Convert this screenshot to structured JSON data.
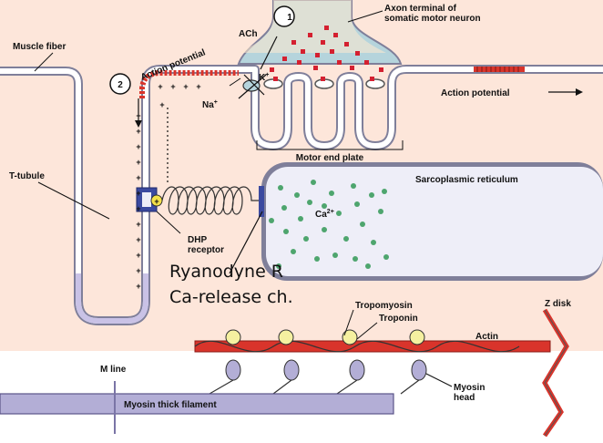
{
  "labels": {
    "step1": "1",
    "step2": "2",
    "axon_terminal_line1": "Axon terminal of",
    "axon_terminal_line2": "somatic motor neuron",
    "ach": "ACh",
    "muscle_fiber": "Muscle fiber",
    "action_potential_left": "Action potential",
    "action_potential_right": "Action potential",
    "k_ion": "K",
    "k_sup": "+",
    "na_ion": "Na",
    "na_sup": "+",
    "motor_end_plate": "Motor end plate",
    "t_tubule": "T-tubule",
    "sarcoplasmic_reticulum": "Sarcoplasmic reticulum",
    "ca_ion": "Ca",
    "ca_sup": "2+",
    "dhp_line1": "DHP",
    "dhp_line2": "receptor",
    "dhp_symbol": "+",
    "ryanodyne_line1": "Ryanodyne R",
    "ryanodyne_line2": "Ca-release ch.",
    "tropomyosin": "Tropomyosin",
    "troponin": "Troponin",
    "actin": "Actin",
    "z_disk": "Z disk",
    "m_line": "M line",
    "myosin_thick_filament": "Myosin thick filament",
    "myosin_line1": "Myosin",
    "myosin_line2": "head",
    "plus": "+"
  },
  "colors": {
    "cytoplasm": "#fde6da",
    "membrane": "#7f7f9a",
    "sr_fill": "#eeeef8",
    "terminal": "#b5d4dc",
    "ach": "#d42030",
    "calcium": "#4ea56e",
    "actin": "#d9342b",
    "troponin": "#f5f0a0",
    "myosin": "#b3aed6",
    "dhp": "#3b4aa0"
  }
}
